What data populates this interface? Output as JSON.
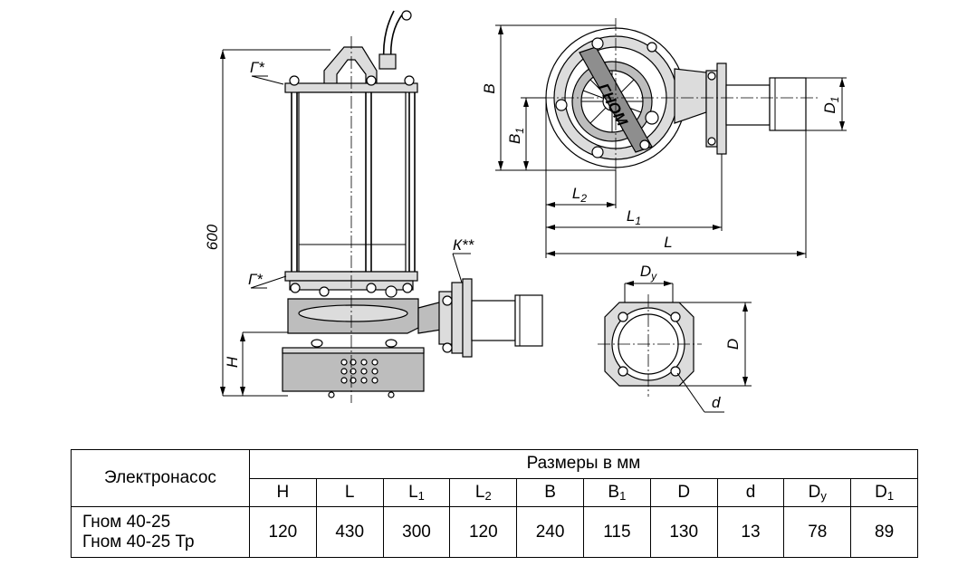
{
  "drawing": {
    "left_view": {
      "height_label": "600",
      "h_label": "H",
      "callout_g_top": "Г*",
      "callout_g_bottom": "Г*",
      "callout_k": "К**"
    },
    "top_view": {
      "b_label": "B",
      "b1_label": "B",
      "b1_sub": "1",
      "d1_label": "D",
      "d1_sub": "1",
      "l2_label": "L",
      "l2_sub": "2",
      "l1_label": "L",
      "l1_sub": "1",
      "l_label": "L",
      "brand": "ГНОМ"
    },
    "flange_view": {
      "dy_label": "D",
      "dy_sub": "y",
      "d_label": "D",
      "small_d_label": "d"
    }
  },
  "table": {
    "name_header": "Электронасос",
    "group_header": "Размеры в мм",
    "columns": [
      {
        "main": "H",
        "sub": ""
      },
      {
        "main": "L",
        "sub": ""
      },
      {
        "main": "L",
        "sub": "1"
      },
      {
        "main": "L",
        "sub": "2"
      },
      {
        "main": "B",
        "sub": ""
      },
      {
        "main": "B",
        "sub": "1"
      },
      {
        "main": "D",
        "sub": ""
      },
      {
        "main": "d",
        "sub": ""
      },
      {
        "main": "D",
        "sub": "y"
      },
      {
        "main": "D",
        "sub": "1"
      }
    ],
    "models": [
      "Гном 40-25",
      "Гном 40-25 Тр"
    ],
    "values": [
      "120",
      "430",
      "300",
      "120",
      "240",
      "115",
      "130",
      "13",
      "78",
      "89"
    ]
  }
}
